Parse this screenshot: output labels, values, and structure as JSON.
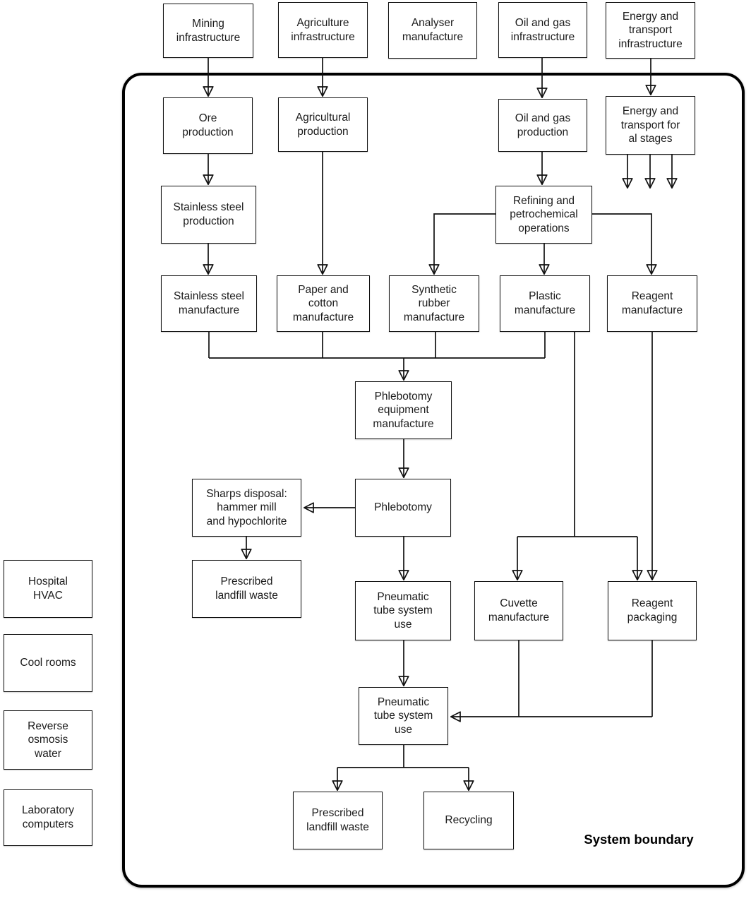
{
  "diagram": {
    "boundary_label": "System boundary",
    "nodes": {
      "mining_infrastructure": {
        "label": "Mining\ninfrastructure"
      },
      "agriculture_infrastructure": {
        "label": "Agriculture\ninfrastructure"
      },
      "analyser_manufacture": {
        "label": "Analyser\nmanufacture"
      },
      "oil_gas_infrastructure": {
        "label": "Oil and gas\ninfrastructure"
      },
      "energy_transport_infrastructure": {
        "label": "Energy and\ntransport\ninfrastructure"
      },
      "ore_production": {
        "label": "Ore\nproduction"
      },
      "agricultural_production": {
        "label": "Agricultural\nproduction"
      },
      "oil_gas_production": {
        "label": "Oil and gas\nproduction"
      },
      "energy_transport_all_stages": {
        "label": "Energy and\ntransport for\nal stages"
      },
      "stainless_steel_production": {
        "label": "Stainless steel\nproduction"
      },
      "refining_petrochemical_operations": {
        "label": "Refining and\npetrochemical\noperations"
      },
      "stainless_steel_manufacture": {
        "label": "Stainless steel\nmanufacture"
      },
      "paper_cotton_manufacture": {
        "label": "Paper and\ncotton\nmanufacture"
      },
      "synthetic_rubber_manufacture": {
        "label": "Synthetic\nrubber\nmanufacture"
      },
      "plastic_manufacture": {
        "label": "Plastic\nmanufacture"
      },
      "reagent_manufacture": {
        "label": "Reagent\nmanufacture"
      },
      "phlebotomy_equipment_manufacture": {
        "label": "Phlebotomy\nequipment\nmanufacture"
      },
      "sharps_disposal": {
        "label": "Sharps disposal:\nhammer mill\nand hypochlorite"
      },
      "phlebotomy": {
        "label": "Phlebotomy"
      },
      "prescribed_landfill_waste_1": {
        "label": "Prescribed\nlandfill waste"
      },
      "pneumatic_tube_system_use_1": {
        "label": "Pneumatic\ntube system\nuse"
      },
      "cuvette_manufacture": {
        "label": "Cuvette\nmanufacture"
      },
      "reagent_packaging": {
        "label": "Reagent\npackaging"
      },
      "pneumatic_tube_system_use_2": {
        "label": "Pneumatic\ntube system\nuse"
      },
      "prescribed_landfill_waste_2": {
        "label": "Prescribed\nlandfill waste"
      },
      "recycling": {
        "label": "Recycling"
      },
      "hospital_hvac": {
        "label": "Hospital\nHVAC"
      },
      "cool_rooms": {
        "label": "Cool rooms"
      },
      "reverse_osmosis_water": {
        "label": "Reverse\nosmosis\nwater"
      },
      "laboratory_computers": {
        "label": "Laboratory\ncomputers"
      }
    }
  }
}
